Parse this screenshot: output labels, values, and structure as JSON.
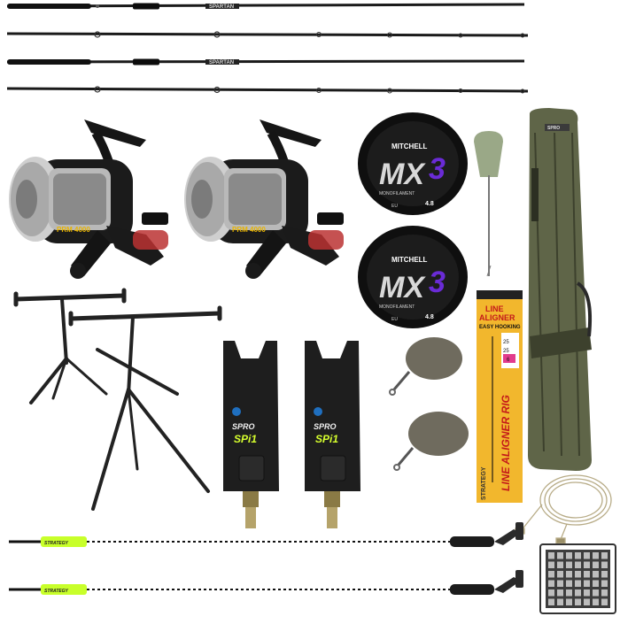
{
  "image": {
    "alt": "Carp fishing starter kit: four rods, two reels, two line spools, rod pod, two bite alarms, baiting needle, leads, line aligner rig pack, rod holdall, leadcore, two hanger indicators and tackle box"
  },
  "rods": {
    "brand": "SPARTAN"
  },
  "line_spools": {
    "brand": "MITCHELL",
    "model_prefix": "MX",
    "model_suffix": "3",
    "size": "4.8",
    "code": "EU",
    "small_text": "MONOFILAMENT"
  },
  "reels": {
    "model": "PRM 4000"
  },
  "bite_alarms": {
    "brand": "SPRO",
    "model": "SPi1"
  },
  "line_aligner": {
    "title_line1": "LINE",
    "title_line2": "ALIGNER",
    "subtitle": "EASY HOOKING",
    "vertical_text": "LINE ALIGNER RIG",
    "brand": "STRATEGY",
    "size_a": "25",
    "size_b": "25",
    "hook_size": "6"
  },
  "hangers": {
    "brand": "STRATEGY"
  },
  "holdall": {
    "logo": "SPRO"
  },
  "colors": {
    "rod": "#1a1a1a",
    "reel_spool": "#c9c9c9",
    "pod": "#222222",
    "alarm_body": "#1e1e1e",
    "alarm_accent": "#d6ff2e",
    "lead": "#6f6b5e",
    "aligner_card": "#f2b72d",
    "bag": "#5f6548",
    "hanger": "#c8ff2a",
    "needle_handle": "#9aa887"
  }
}
